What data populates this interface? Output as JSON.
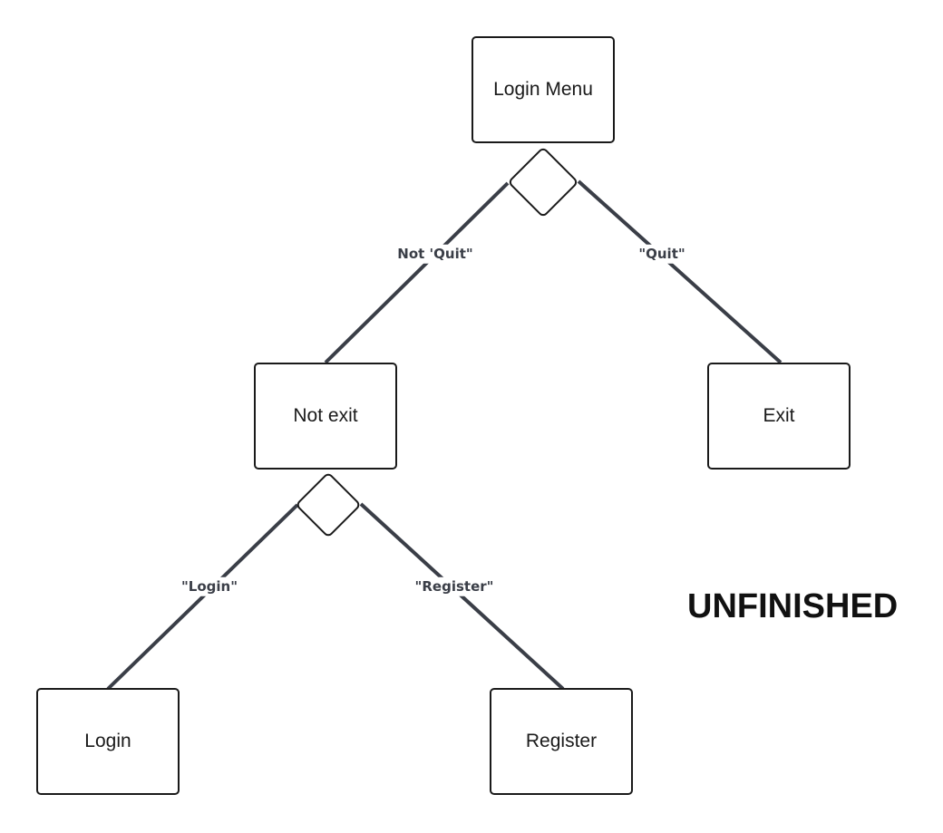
{
  "diagram": {
    "nodes": {
      "login_menu": "Login Menu",
      "not_exit": "Not exit",
      "exit": "Exit",
      "login": "Login",
      "register": "Register"
    },
    "edges": {
      "not_quit": "Not 'Quit\"",
      "quit": "\"Quit\"",
      "login": "\"Login\"",
      "register": "\"Register\""
    },
    "status_text": "UNFINISHED"
  }
}
